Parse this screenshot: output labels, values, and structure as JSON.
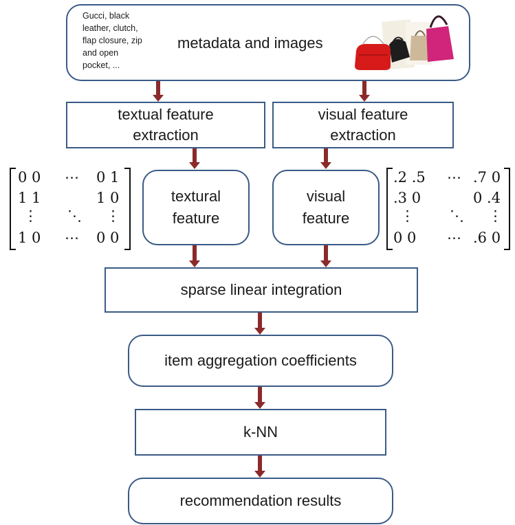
{
  "top_box": {
    "metadata_text": "Gucci, black\nleather,  clutch,\nflap closure, zip\nand open\npocket, ...",
    "label": "metadata and images"
  },
  "textual_extraction": {
    "label": "textual feature\nextraction"
  },
  "visual_extraction": {
    "label": "visual feature\nextraction"
  },
  "textural_feature": {
    "label": "textural\nfeature"
  },
  "visual_feature": {
    "label": "visual\nfeature"
  },
  "left_matrix": {
    "row1_a": "0 0",
    "row1_dots": "⋯",
    "row1_b": "0 1",
    "row2_a": "1 1",
    "row2_b": "1 0",
    "row3_a": "⋮",
    "row3_dots": "⋱",
    "row3_b": "⋮",
    "row4_a": "1 0",
    "row4_dots": "⋯",
    "row4_b": "0 0"
  },
  "right_matrix": {
    "row1_a": ".2 .5",
    "row1_dots": "⋯",
    "row1_b": ".7 0",
    "row2_a": ".3 0",
    "row2_b": "0 .4",
    "row3_a": "⋮",
    "row3_dots": "⋱",
    "row3_b": "⋮",
    "row4_a": "0 0",
    "row4_dots": "⋯",
    "row4_b": ".6 0"
  },
  "sparse_integration": {
    "label": "sparse linear integration"
  },
  "aggregation": {
    "label": "item aggregation coefficients"
  },
  "knn": {
    "label": "k-NN"
  },
  "results": {
    "label": "recommendation results"
  },
  "colors": {
    "box_border": "#3a5a86",
    "arrow": "#8b2a2a"
  }
}
